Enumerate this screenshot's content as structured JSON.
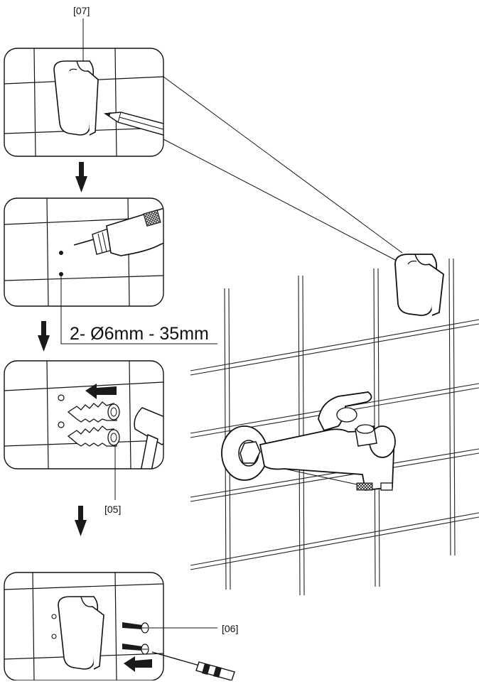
{
  "labels": {
    "bracket_part": "[07]",
    "plug_part": "[05]",
    "screw_part": "[06]",
    "drill_spec": "2- Ø6mm - 35mm"
  },
  "steps": [
    {
      "id": 1,
      "content": "mark-holes"
    },
    {
      "id": 2,
      "content": "drill-holes"
    },
    {
      "id": 3,
      "content": "insert-plugs"
    },
    {
      "id": 4,
      "content": "screw-bracket"
    }
  ]
}
